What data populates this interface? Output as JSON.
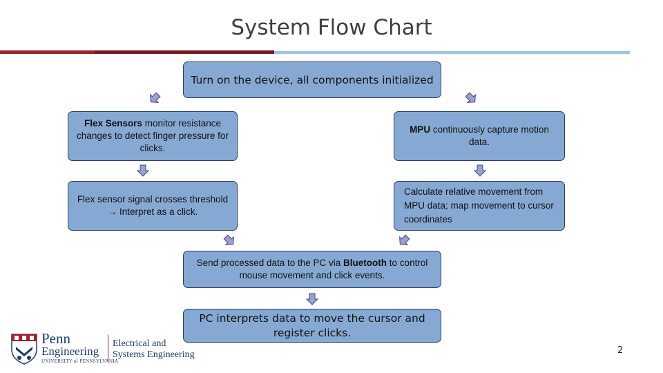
{
  "slide": {
    "title": "System Flow Chart",
    "page_number": "2"
  },
  "flow": {
    "start": "Turn on the device, all components initialized",
    "flex_monitor": {
      "bold": "Flex Sensors",
      "rest": " monitor resistance changes to detect finger pressure for clicks."
    },
    "mpu_capture": {
      "bold": "MPU",
      "rest": " continuously capture motion data."
    },
    "flex_threshold": "Flex sensor signal crosses threshold → Interpret as a click.",
    "mpu_calculate": "Calculate relative movement from MPU data; map movement to cursor coordinates",
    "send_data": {
      "pre": "Send processed data to the PC via ",
      "bold": "Bluetooth",
      "post": " to control mouse movement and click events."
    },
    "pc_interprets": "PC interprets data to move the cursor and register clicks."
  },
  "logo": {
    "line1": "Penn",
    "line2": "Engineering",
    "line3": "UNIVERSITY of PENNSYLVANIA",
    "dept_line1": "Electrical and",
    "dept_line2": "Systems Engineering"
  },
  "colors": {
    "box_fill": "#86a9d4",
    "box_border": "#2c3e5c",
    "accent_red": "#a0202c",
    "accent_blue": "#9dc3e6",
    "arrow_fill": "#9aa0d0"
  }
}
